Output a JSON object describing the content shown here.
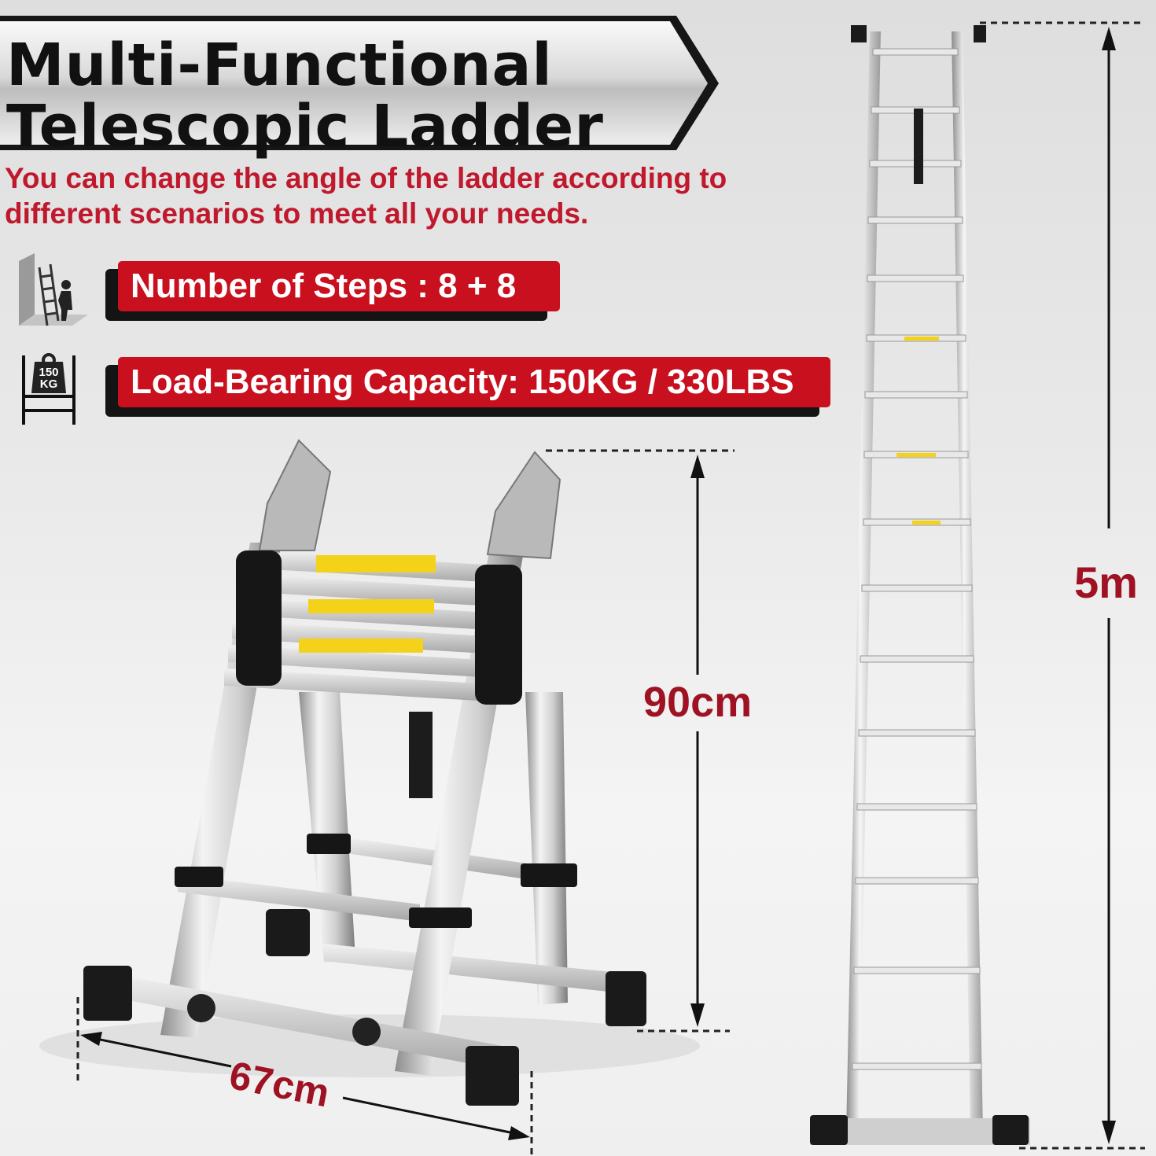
{
  "title": {
    "line1": "Multi-Functional",
    "line2": "Telescopic Ladder"
  },
  "subtitle": "You can change the angle of the ladder according to different scenarios to meet all your needs.",
  "specs": [
    {
      "label": "Number of Steps : 8 + 8",
      "icon": "ladder-climber-icon"
    },
    {
      "label": "Load-Bearing Capacity: 150KG / 330LBS",
      "icon": "weight-capacity-icon"
    }
  ],
  "weight_icon_text": {
    "line1": "150",
    "line2": "KG"
  },
  "dimensions": {
    "height_a_frame": "90cm",
    "width_a_frame": "67cm",
    "height_extended": "5m"
  },
  "colors": {
    "accent_red": "#c8101f",
    "dimension_red": "#9e1223",
    "banner_dark": "#141414"
  }
}
